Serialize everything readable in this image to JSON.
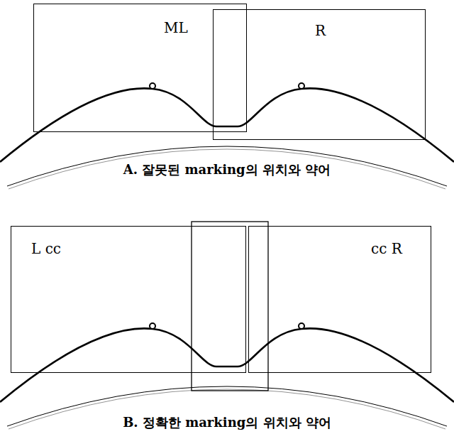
{
  "diagram": {
    "nodes": [
      {
        "text": [
          "ML"
        ]
      },
      {
        "text": [
          "R"
        ]
      },
      {
        "text": [
          "L cc"
        ]
      },
      {
        "text": [
          "cc R"
        ]
      }
    ],
    "labels": [
      "A. 잘못된 marking의 위치와 약어",
      "B. 정확한 marking의 위치와 약어"
    ]
  }
}
